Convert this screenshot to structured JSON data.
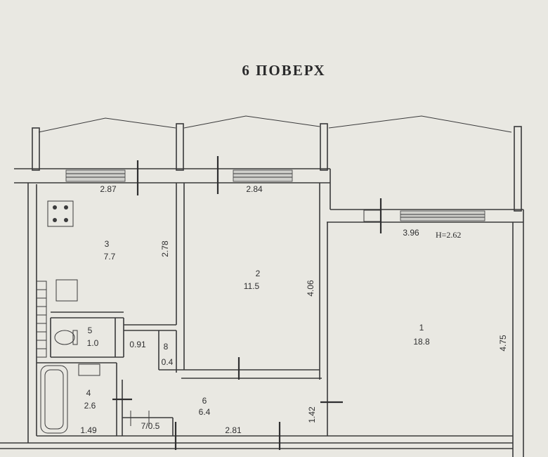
{
  "title": "6 ПОВЕРХ",
  "ceiling_height": "H=2.62",
  "rooms": [
    {
      "number": "1",
      "area": "18.8"
    },
    {
      "number": "2",
      "area": "11.5"
    },
    {
      "number": "3",
      "area": "7.7"
    },
    {
      "number": "4",
      "area": "2.6"
    },
    {
      "number": "5",
      "area": "1.0"
    },
    {
      "number": "6",
      "area": "6.4"
    },
    {
      "number": "8",
      "area": "0.4"
    }
  ],
  "dimensions": {
    "kitchen_width": "2.87",
    "kitchen_depth": "2.78",
    "room2_width": "2.84",
    "room2_depth": "4.06",
    "room1_width": "3.96",
    "room1_depth": "4.75",
    "wc_width": "0.91",
    "bath_width": "1.49",
    "storage": "7/0.5",
    "hall_width": "2.81",
    "hall_depth": "1.42"
  }
}
